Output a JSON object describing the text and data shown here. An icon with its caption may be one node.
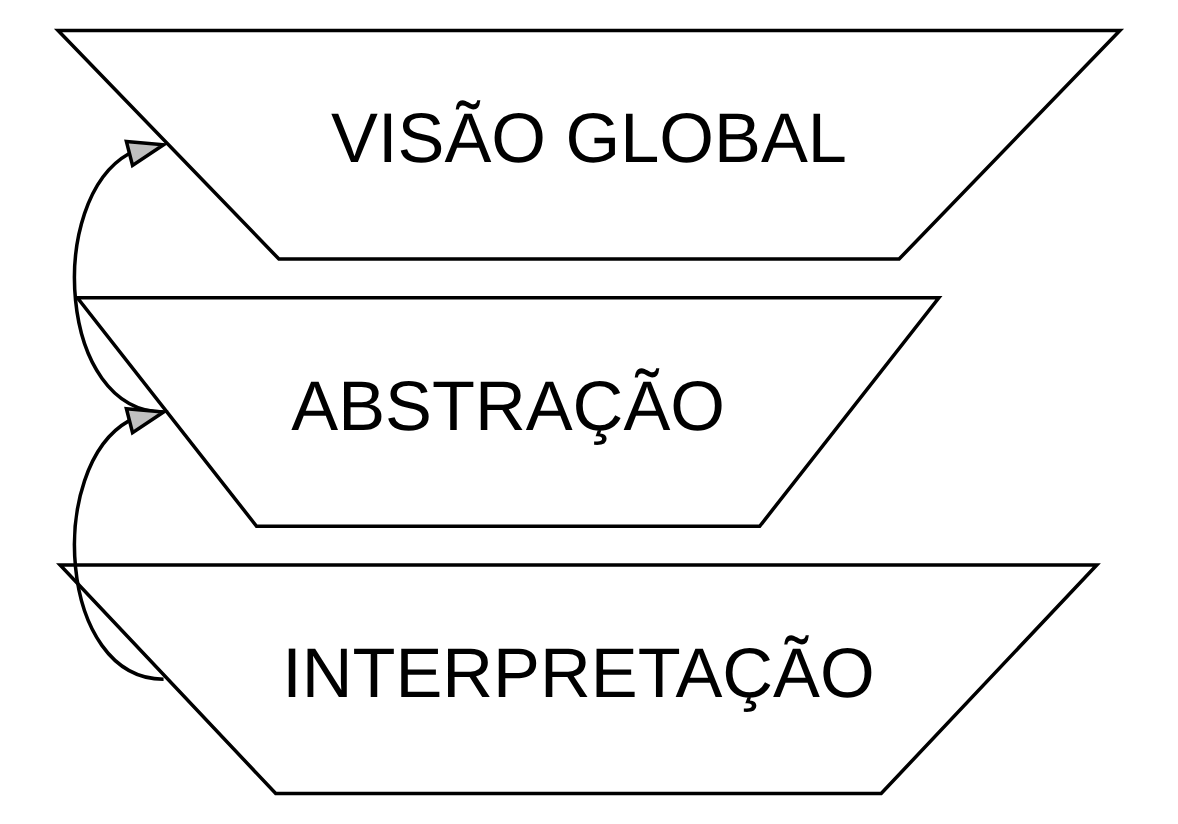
{
  "diagram": {
    "nodes": [
      {
        "text": [
          "VISÃO GLOBAL"
        ]
      },
      {
        "text": [
          "ABSTRAÇÃO"
        ]
      },
      {
        "text": [
          "INTERPRETAÇÃO"
        ]
      }
    ],
    "edges": [
      {
        "from": 1,
        "to": 0,
        "arrow": "to"
      },
      {
        "from": 2,
        "to": 1,
        "arrow": "to"
      }
    ]
  }
}
